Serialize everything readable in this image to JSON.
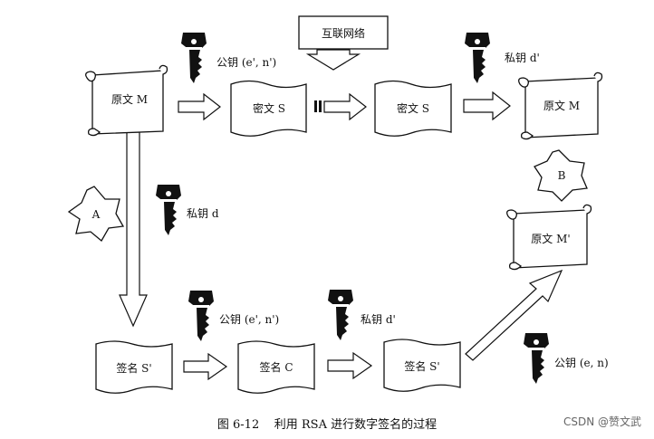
{
  "nodes": {
    "plaintext_m": "原文 M",
    "cipher_s_1": "密文 S",
    "cipher_s_2": "密文 S",
    "plaintext_m_out": "原文 M",
    "sig_s_prime_1": "签名 S'",
    "sig_c": "签名 C",
    "sig_s_prime_2": "签名 S'",
    "plaintext_m_prime": "原文 M'",
    "internet": "互联网络"
  },
  "keys": {
    "public_key_top": "公钥 (e', n')",
    "private_key_top": "私钥 d'",
    "private_key_left": "私钥 d",
    "public_key_bottom_1": "公钥 (e', n')",
    "private_key_bottom": "私钥 d'",
    "public_key_bottom_2": "公钥 (e, n)"
  },
  "badges": {
    "a": "A",
    "b": "B"
  },
  "caption": "图 6-12    利用 RSA 进行数字签名的过程",
  "watermark": "CSDN @赞文武"
}
